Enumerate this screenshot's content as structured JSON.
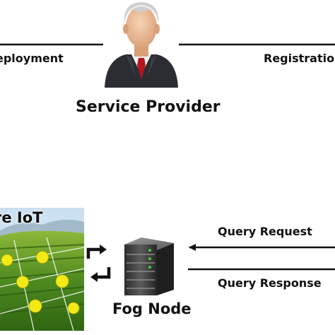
{
  "labels": {
    "deployment": "eployment",
    "registration": "Registratio",
    "service_provider": "Service Provider",
    "iot": "re IoT",
    "fog_node": "Fog Node",
    "query_request": "Query Request",
    "query_response": "Query Response"
  },
  "icons": {
    "person": "business-person-icon",
    "server": "server-icon",
    "sync": "sync-arrows-icon",
    "field": "farm-field-image"
  },
  "colors": {
    "line": "#111111",
    "sensor_dot": "#f2ea16",
    "sensor_dot_outline": "#b4a800",
    "tie": "#b8141c",
    "suit": "#2b2d33",
    "server_led": "#3fd040"
  }
}
